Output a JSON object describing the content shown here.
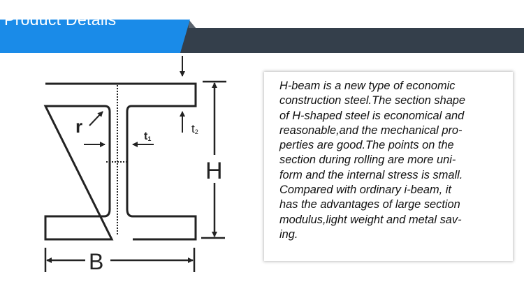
{
  "header": {
    "title": "Product Details",
    "accent_color": "#1a8be8",
    "bar_color": "#343f4b"
  },
  "diagram": {
    "labels": {
      "r": "r",
      "t1": "t",
      "t1_sub": "1",
      "t2": "t",
      "t2_sub": "2",
      "H": "H",
      "B": "B"
    }
  },
  "description": {
    "lines": [
      "H-beam is a new type of economic",
      "construction steel.The section shape",
      "of H-shaped steel is economical and",
      "reasonable,and the mechanical pro-",
      "perties are good.The points on the",
      "section during rolling are more uni-",
      "form and the internal stress is small.",
      "Compared with ordinary i-beam, it",
      "has the advantages of large section",
      "modulus,light weight and metal sav-",
      "ing."
    ]
  }
}
